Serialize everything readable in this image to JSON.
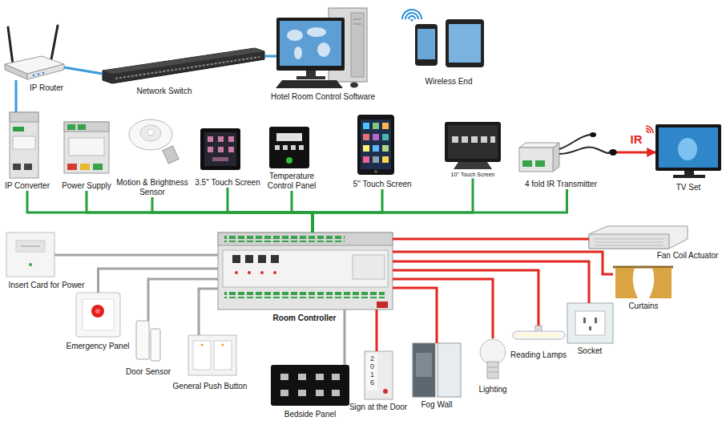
{
  "diagram": {
    "nodes": [
      {
        "text": [
          "IP Router"
        ]
      },
      {
        "text": [
          "Network Switch"
        ]
      },
      {
        "text": [
          "Hotel Room Control Software"
        ]
      },
      {
        "text": [
          "Wireless End"
        ]
      },
      {
        "text": [
          "IP Converter"
        ]
      },
      {
        "text": [
          "Power Supply"
        ]
      },
      {
        "text": [
          "Motion & Brightness Sensor"
        ]
      },
      {
        "text": [
          "3.5'' Touch Screen"
        ]
      },
      {
        "text": [
          "Temperature Control Panel"
        ]
      },
      {
        "text": [
          "5'' Touch Screen"
        ]
      },
      {
        "text": [
          "10\" Touch Screen"
        ]
      },
      {
        "text": [
          "4 fold IR Transmitter"
        ]
      },
      {
        "text": [
          "TV Set"
        ]
      },
      {
        "text": [
          "Insert Card for Power"
        ]
      },
      {
        "text": [
          "Room Controller"
        ]
      },
      {
        "text": [
          "Fan Coil Actuator"
        ]
      },
      {
        "text": [
          "Curtains"
        ]
      },
      {
        "text": [
          "Emergency Panel"
        ]
      },
      {
        "text": [
          "Door Sensor"
        ]
      },
      {
        "text": [
          "General Push Button"
        ]
      },
      {
        "text": [
          "Reading Lamps"
        ]
      },
      {
        "text": [
          "Socket"
        ]
      },
      {
        "text": [
          "Bedside Panel"
        ]
      },
      {
        "text": [
          "Sign at the Door"
        ]
      },
      {
        "text": [
          "Fog Wall"
        ]
      },
      {
        "text": [
          "Lighting"
        ]
      }
    ],
    "edges": [
      {
        "from": 0,
        "to": 1,
        "arrow": "none"
      },
      {
        "from": 1,
        "to": 2,
        "arrow": "none"
      },
      {
        "from": 0,
        "to": 4,
        "arrow": "none"
      },
      {
        "from": 4,
        "to": 14,
        "arrow": "none"
      },
      {
        "from": 5,
        "to": 14,
        "arrow": "none"
      },
      {
        "from": 6,
        "to": 14,
        "arrow": "none"
      },
      {
        "from": 7,
        "to": 14,
        "arrow": "none"
      },
      {
        "from": 8,
        "to": 14,
        "arrow": "none"
      },
      {
        "from": 9,
        "to": 14,
        "arrow": "none"
      },
      {
        "from": 10,
        "to": 14,
        "arrow": "none"
      },
      {
        "from": 11,
        "to": 14,
        "arrow": "none"
      },
      {
        "from": 11,
        "to": 12,
        "label": "IR",
        "arrow": "to"
      },
      {
        "from": 13,
        "to": 14,
        "arrow": "none"
      },
      {
        "from": 17,
        "to": 14,
        "arrow": "none"
      },
      {
        "from": 18,
        "to": 14,
        "arrow": "none"
      },
      {
        "from": 19,
        "to": 14,
        "arrow": "none"
      },
      {
        "from": 22,
        "to": 14,
        "arrow": "none"
      },
      {
        "from": 14,
        "to": 15,
        "arrow": "none"
      },
      {
        "from": 14,
        "to": 16,
        "arrow": "none"
      },
      {
        "from": 14,
        "to": 21,
        "arrow": "none"
      },
      {
        "from": 14,
        "to": 20,
        "arrow": "none"
      },
      {
        "from": 14,
        "to": 25,
        "arrow": "none"
      },
      {
        "from": 14,
        "to": 24,
        "arrow": "none"
      },
      {
        "from": 14,
        "to": 23,
        "arrow": "none"
      }
    ],
    "labels": [
      "2016"
    ]
  }
}
